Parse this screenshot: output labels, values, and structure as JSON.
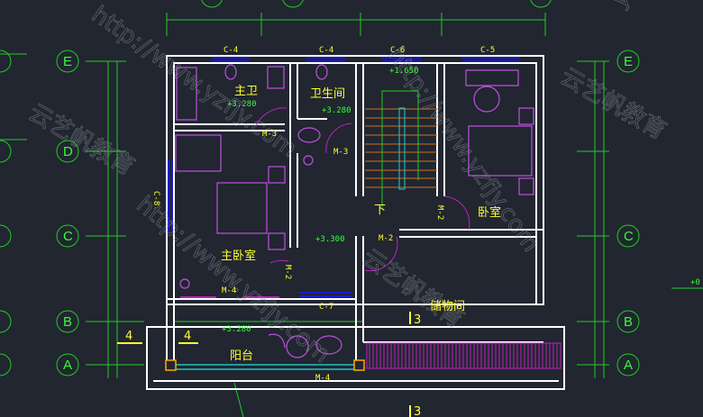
{
  "drawing": {
    "rooms": {
      "master_bath": "主卫",
      "bathroom": "卫生间",
      "master_bedroom": "主卧室",
      "bedroom": "卧室",
      "storage": "储物间",
      "balcony": "阳台"
    },
    "windows": {
      "c4a": "C-4",
      "c4b": "C-4",
      "c6": "C-6",
      "c5": "C-5",
      "c8": "C-8",
      "c7": "C-7"
    },
    "doors": {
      "m3a": "M-3",
      "m3b": "M-3",
      "m2a": "M-2",
      "m2b": "M-2",
      "m2c": "M-2",
      "m4a": "M-4",
      "m4b": "M-4"
    },
    "elevations": {
      "stair": "+1.650",
      "master_bath": "+3.280",
      "bathroom": "+3.280",
      "hall": "+3.300",
      "balcony": "+3.280",
      "right_edge": "+0"
    },
    "stair_down": "下",
    "section_marks": {
      "left1": "4",
      "left2": "4",
      "mid": "3",
      "bottom": "3"
    },
    "axes": {
      "e": "E",
      "d": "D",
      "c": "C",
      "b": "B",
      "a": "A"
    },
    "watermarks": [
      "http://www.yzfjy.com",
      "云艺帆教育",
      "yzfjy.com"
    ],
    "colors": {
      "background": "#212630",
      "wall": "#ffffff",
      "grid": "#22cc22",
      "text": "#ffff33",
      "furniture": "#c050e0",
      "window": "#1a1ad0"
    }
  }
}
